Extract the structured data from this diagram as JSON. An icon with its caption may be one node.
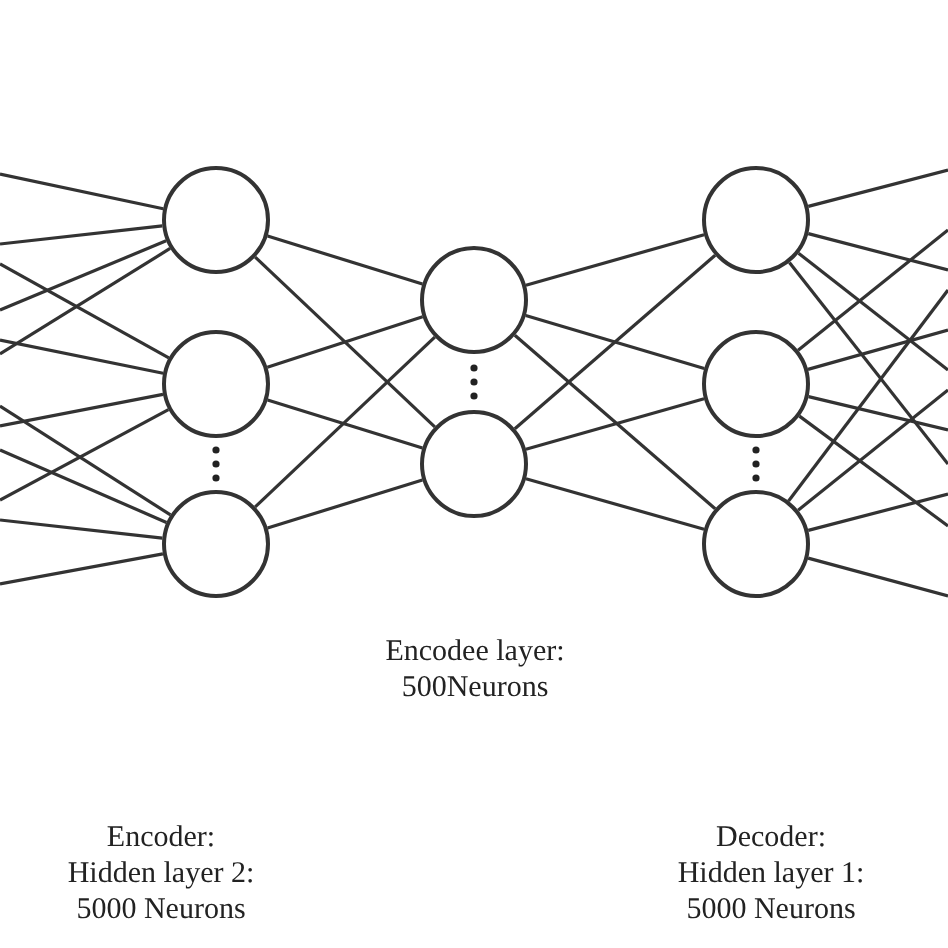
{
  "diagram": {
    "nodes": [
      {
        "text": [],
        "shape": "circle"
      },
      {
        "text": [],
        "shape": "circle"
      },
      {
        "text": [],
        "shape": "circle"
      },
      {
        "text": [],
        "shape": "circle"
      },
      {
        "text": [],
        "shape": "circle"
      },
      {
        "text": [],
        "shape": "circle"
      },
      {
        "text": [],
        "shape": "circle"
      },
      {
        "text": [],
        "shape": "circle"
      }
    ],
    "edges": [
      {
        "from": null,
        "to": 0,
        "arrow": "none"
      },
      {
        "from": null,
        "to": 0,
        "arrow": "none"
      },
      {
        "from": null,
        "to": 0,
        "arrow": "none"
      },
      {
        "from": null,
        "to": 0,
        "arrow": "none"
      },
      {
        "from": null,
        "to": 1,
        "arrow": "none"
      },
      {
        "from": null,
        "to": 1,
        "arrow": "none"
      },
      {
        "from": null,
        "to": 1,
        "arrow": "none"
      },
      {
        "from": null,
        "to": 1,
        "arrow": "none"
      },
      {
        "from": null,
        "to": 2,
        "arrow": "none"
      },
      {
        "from": null,
        "to": 2,
        "arrow": "none"
      },
      {
        "from": null,
        "to": 2,
        "arrow": "none"
      },
      {
        "from": null,
        "to": 2,
        "arrow": "none"
      },
      {
        "from": 0,
        "to": 3,
        "arrow": "none"
      },
      {
        "from": 0,
        "to": 4,
        "arrow": "none"
      },
      {
        "from": 1,
        "to": 3,
        "arrow": "none"
      },
      {
        "from": 1,
        "to": 4,
        "arrow": "none"
      },
      {
        "from": 2,
        "to": 3,
        "arrow": "none"
      },
      {
        "from": 2,
        "to": 4,
        "arrow": "none"
      },
      {
        "from": 3,
        "to": 5,
        "arrow": "none"
      },
      {
        "from": 3,
        "to": 6,
        "arrow": "none"
      },
      {
        "from": 3,
        "to": 7,
        "arrow": "none"
      },
      {
        "from": 4,
        "to": 5,
        "arrow": "none"
      },
      {
        "from": 4,
        "to": 6,
        "arrow": "none"
      },
      {
        "from": 4,
        "to": 7,
        "arrow": "none"
      },
      {
        "from": 5,
        "to": null,
        "arrow": "none"
      },
      {
        "from": 5,
        "to": null,
        "arrow": "none"
      },
      {
        "from": 5,
        "to": null,
        "arrow": "none"
      },
      {
        "from": 5,
        "to": null,
        "arrow": "none"
      },
      {
        "from": 6,
        "to": null,
        "arrow": "none"
      },
      {
        "from": 6,
        "to": null,
        "arrow": "none"
      },
      {
        "from": 6,
        "to": null,
        "arrow": "none"
      },
      {
        "from": 6,
        "to": null,
        "arrow": "none"
      },
      {
        "from": 7,
        "to": null,
        "arrow": "none"
      },
      {
        "from": 7,
        "to": null,
        "arrow": "none"
      },
      {
        "from": 7,
        "to": null,
        "arrow": "none"
      },
      {
        "from": 7,
        "to": null,
        "arrow": "none"
      }
    ],
    "labels": [
      "Encodee layer: 500Neurons",
      "Encoder: Hidden layer 2: 5000 Neurons",
      "Decoder: Hidden layer 1: 5000 Neurons"
    ]
  }
}
